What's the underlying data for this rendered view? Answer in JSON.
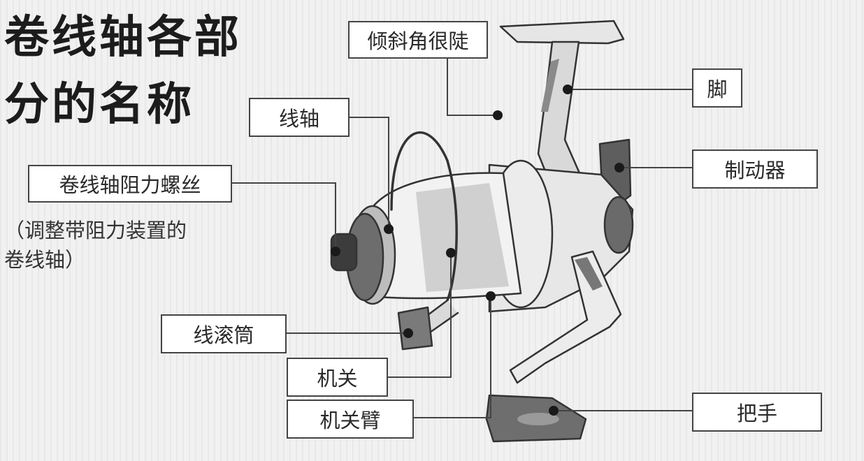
{
  "title_lines": [
    "卷线轴各部",
    "分的名称"
  ],
  "note_lines": [
    "（调整带阻力装置的",
    "卷线轴）"
  ],
  "labels": {
    "steep_angle": "倾斜角很陡",
    "spool": "线轴",
    "drag_screw": "卷线轴阻力螺丝",
    "line_roller": "线滚筒",
    "bail": "机关",
    "bail_arm": "机关臂",
    "foot": "脚",
    "brake": "制动器",
    "handle": "把手"
  }
}
